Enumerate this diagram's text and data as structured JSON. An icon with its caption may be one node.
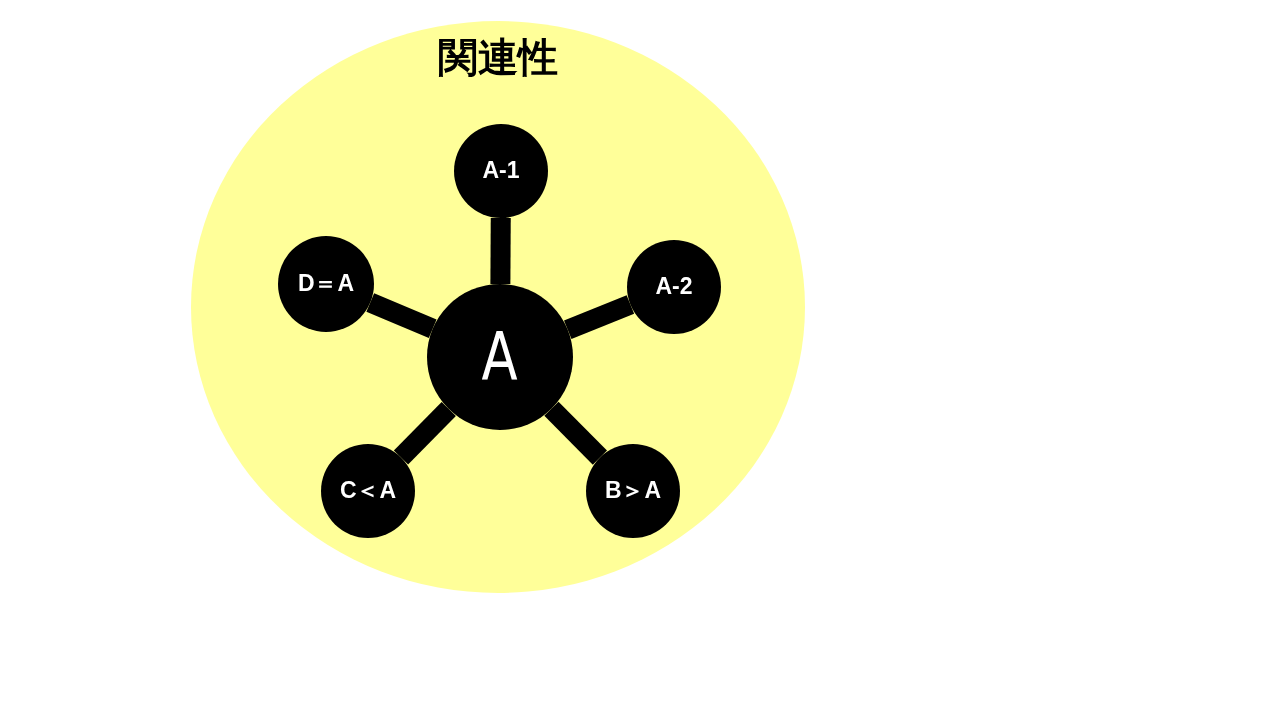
{
  "diagram": {
    "nodes": [
      {
        "text": [
          "関連性"
        ]
      },
      {
        "text": [
          "A-1"
        ],
        "in": 0
      },
      {
        "text": [
          "D＝A"
        ],
        "in": 0
      },
      {
        "text": [
          "A-2"
        ],
        "in": 0
      },
      {
        "text": [
          "A"
        ],
        "in": 0
      },
      {
        "text": [
          "C＜A"
        ],
        "in": 0
      },
      {
        "text": [
          "B＞A"
        ],
        "in": 0
      }
    ],
    "edges": [
      {
        "from": 4,
        "to": 1,
        "arrow": "none"
      },
      {
        "from": 4,
        "to": 2,
        "arrow": "none"
      },
      {
        "from": 4,
        "to": 3,
        "arrow": "none"
      },
      {
        "from": 4,
        "to": 5,
        "arrow": "none"
      },
      {
        "from": 4,
        "to": 6,
        "arrow": "none"
      }
    ]
  }
}
